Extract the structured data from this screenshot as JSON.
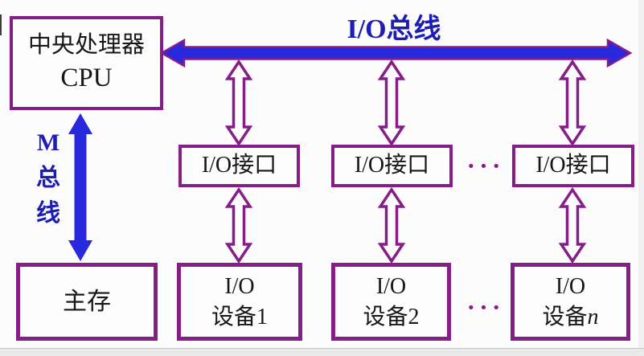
{
  "colors": {
    "purple": "#871d89",
    "blue": "#2828dc",
    "bluetext": "#1d1db3",
    "ink": "#171717",
    "bg": "#fcfcfc",
    "boxfill": "#fdfdfd"
  },
  "labels": {
    "io_bus": "I/O总线",
    "m_bus_chars": [
      "M",
      "总",
      "线"
    ],
    "dots": "···"
  },
  "boxes": {
    "cpu": {
      "line1": "中央处理器",
      "line2": "CPU"
    },
    "main_memory": "主存",
    "interfaces": [
      "I/O接口",
      "I/O接口",
      "I/O接口"
    ],
    "devices": [
      {
        "line1": "I/O",
        "line2": "设备1",
        "italic": ""
      },
      {
        "line1": "I/O",
        "line2": "设备2",
        "italic": ""
      },
      {
        "line1": "I/O",
        "line2": "设备",
        "italic": "n"
      }
    ]
  }
}
